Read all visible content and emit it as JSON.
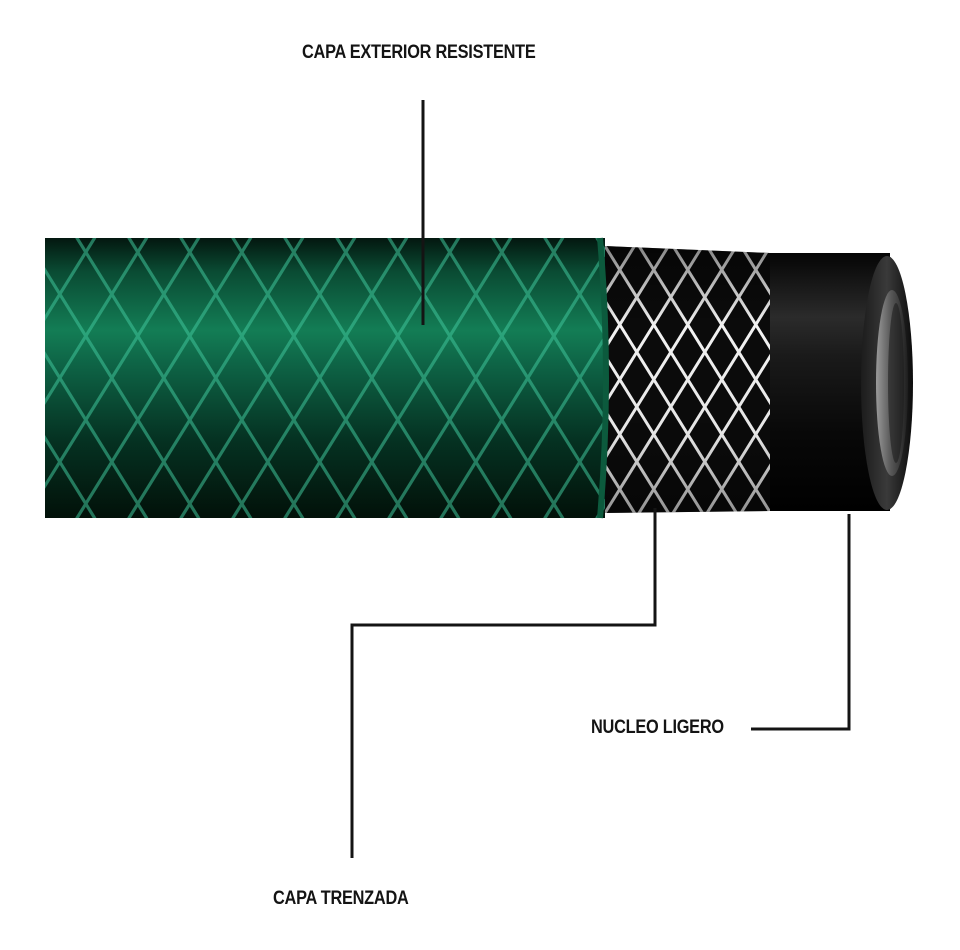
{
  "labels": {
    "outer_layer": "CAPA EXTERIOR RESISTENTE",
    "light_core": "NUCLEO LIGERO",
    "braided_layer": "CAPA TRENZADA"
  },
  "colors": {
    "outer_green": "#0f6b48",
    "outer_green_dark": "#03170f",
    "braid_green": "#3fc49a",
    "braid_white": "#f2f2f2",
    "core_black": "#0a0a0a",
    "leader_line": "#141414"
  }
}
